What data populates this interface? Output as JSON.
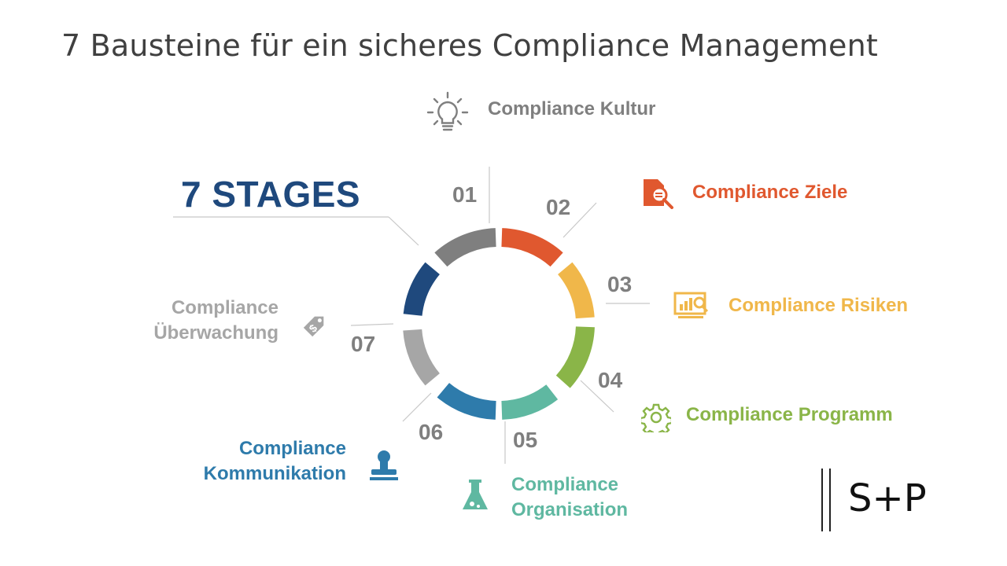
{
  "title": "7 Bausteine für ein sicheres Compliance Management",
  "stages_label": "7 STAGES",
  "logo": "S+P",
  "colors": {
    "s01": "#7f7f7f",
    "s02": "#e0582f",
    "s03": "#f0b74a",
    "s04": "#8ab548",
    "s05": "#5fb8a1",
    "s06": "#2e7bab",
    "s07": "#a6a6a6",
    "s_dark": "#1f497d"
  },
  "stages": [
    {
      "num": "01",
      "label_lines": [
        "Compliance Kultur"
      ],
      "icon": "lightbulb-icon"
    },
    {
      "num": "02",
      "label_lines": [
        "Compliance Ziele"
      ],
      "icon": "document-search-icon"
    },
    {
      "num": "03",
      "label_lines": [
        "Compliance Risiken"
      ],
      "icon": "monitor-chart-icon"
    },
    {
      "num": "04",
      "label_lines": [
        "Compliance Programm"
      ],
      "icon": "gear-icon"
    },
    {
      "num": "05",
      "label_lines": [
        "Compliance",
        "Organisation"
      ],
      "icon": "flask-icon"
    },
    {
      "num": "06",
      "label_lines": [
        "Compliance",
        "Kommunikation"
      ],
      "icon": "stamp-icon"
    },
    {
      "num": "07",
      "label_lines": [
        "Compliance",
        "Überwachung"
      ],
      "icon": "price-tag-icon"
    }
  ]
}
